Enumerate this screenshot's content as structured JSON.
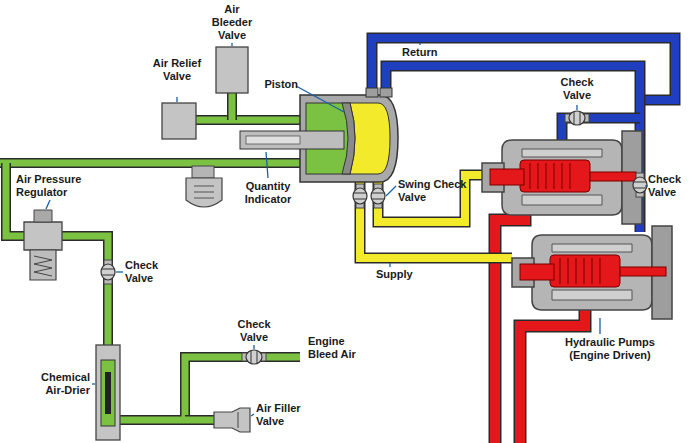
{
  "diagram": {
    "labels": [
      "Air Bleeder Valve",
      "Air Relief Valve",
      "Return",
      "Piston",
      "Check Valve",
      "Quantity Indicator",
      "Swing Check Valve",
      "Air Pressure Regulator",
      "Check Valve",
      "Check Valve",
      "Supply",
      "Hydraulic Pumps (Engine Driven)",
      "Check Valve",
      "Engine Bleed Air",
      "Chemical Air-Drier",
      "Air Filler Valve"
    ]
  }
}
